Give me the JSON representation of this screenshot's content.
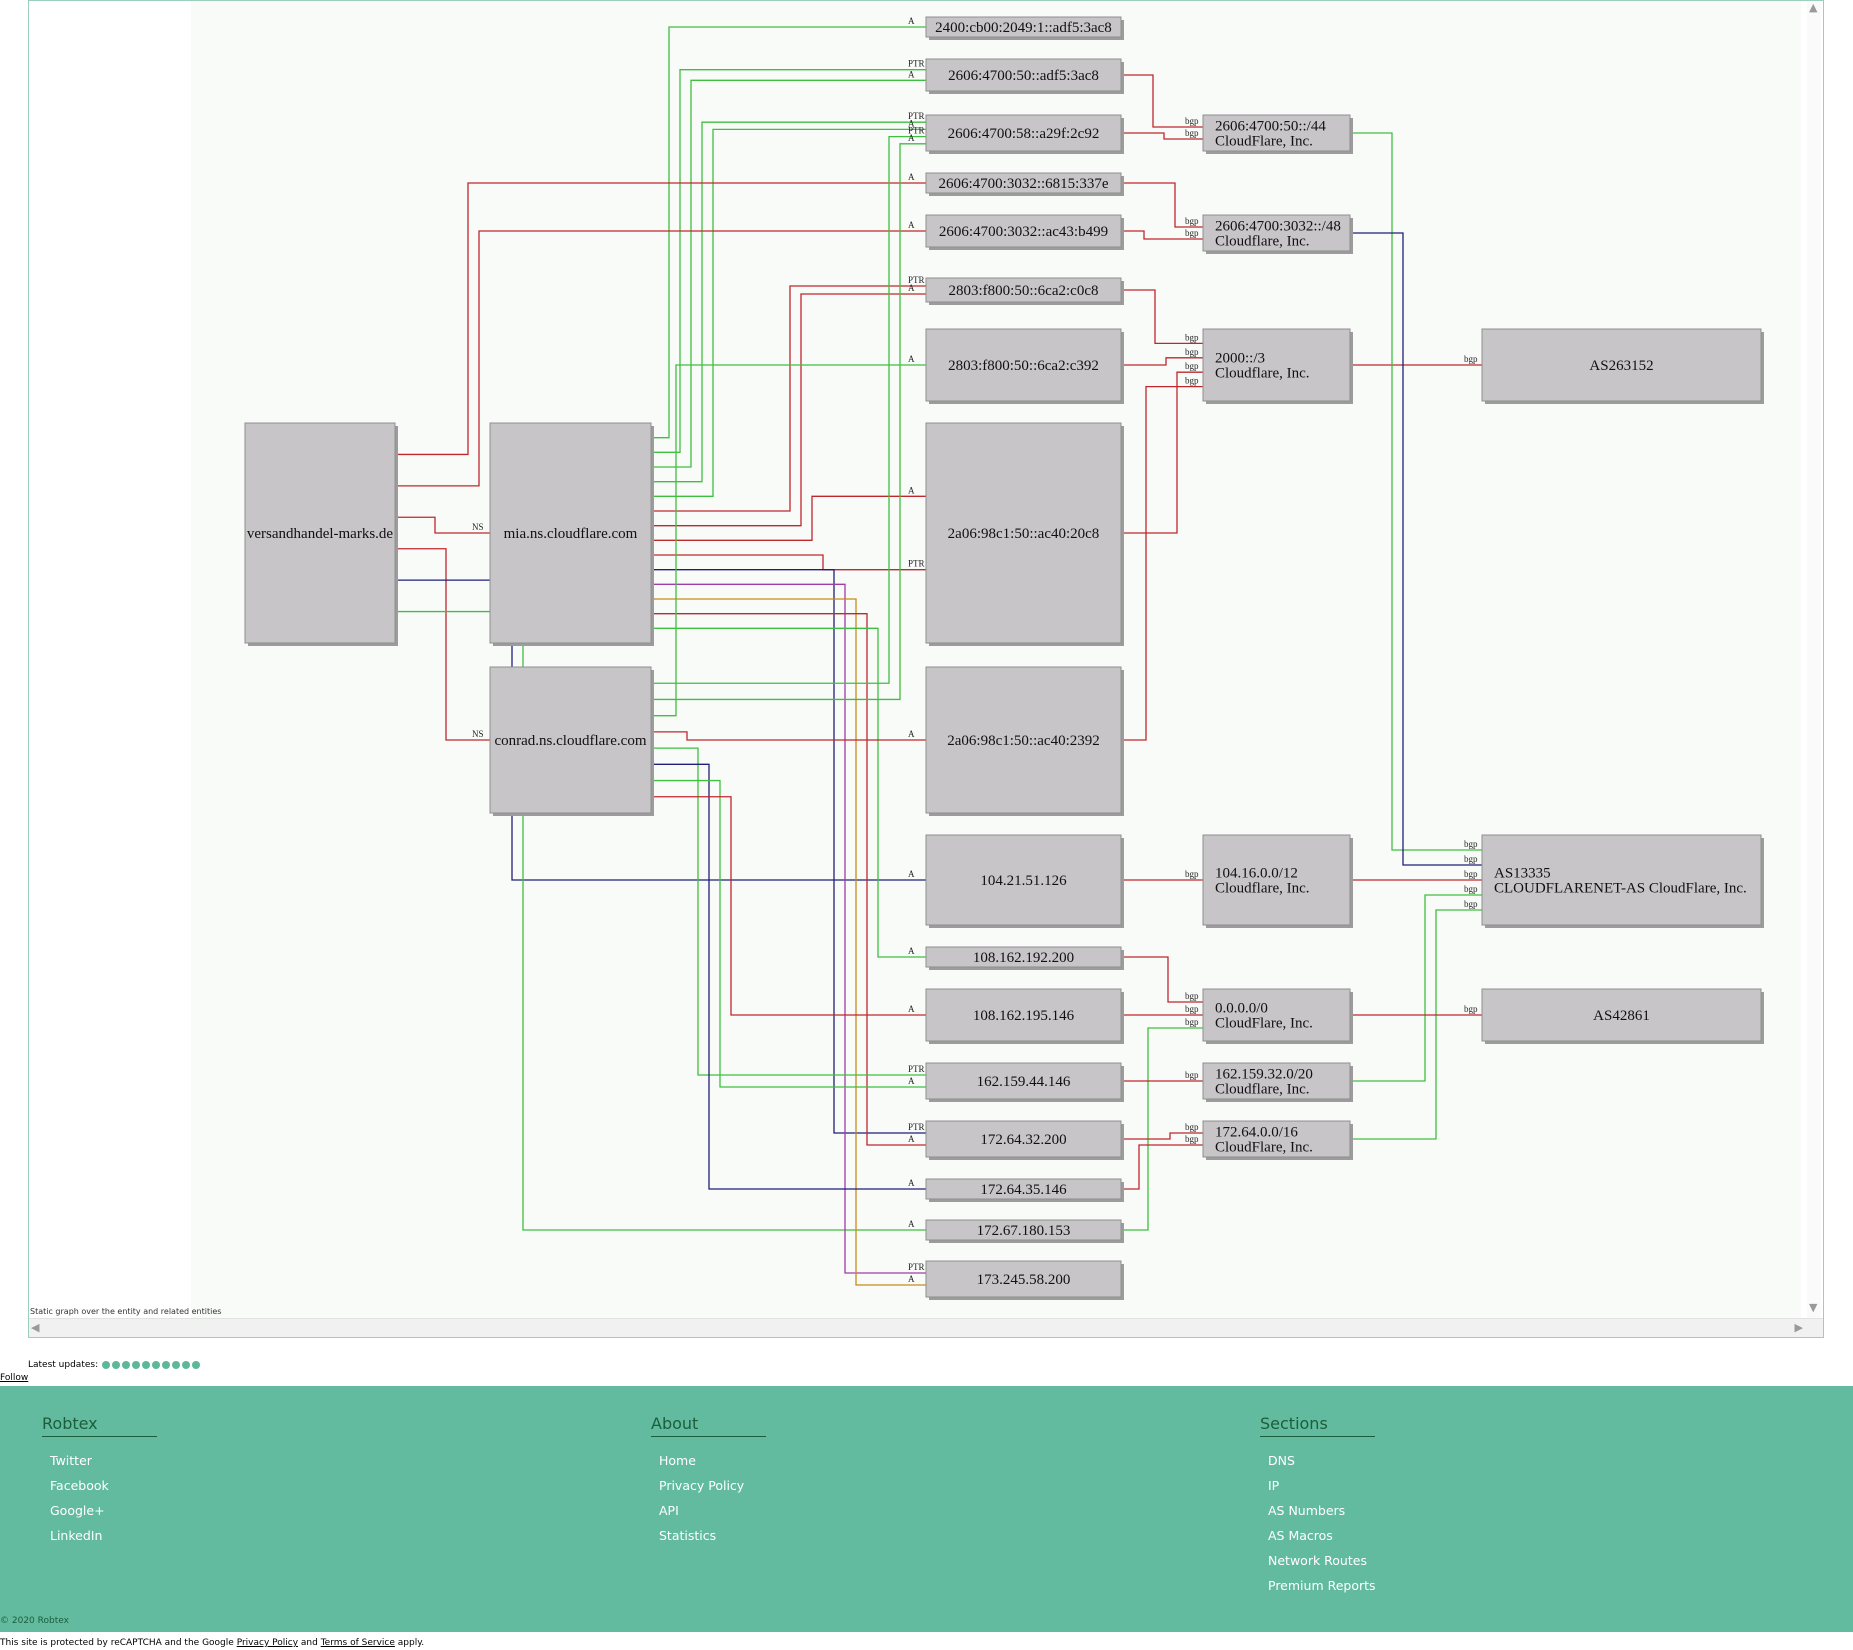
{
  "graph": {
    "caption": "Static graph over the entity and related entities",
    "colors": {
      "red": "#c0272d",
      "green": "#3fbf3f",
      "navy": "#1f1f7a",
      "purple": "#a03ca8",
      "orange": "#c98a1a"
    },
    "nodes": [
      {
        "id": "n_versand",
        "lines": [
          "versandhandel-marks.de"
        ]
      },
      {
        "id": "n_mia",
        "lines": [
          "mia.ns.cloudflare.com"
        ]
      },
      {
        "id": "n_conrad",
        "lines": [
          "conrad.ns.cloudflare.com"
        ]
      },
      {
        "id": "n_ip1",
        "lines": [
          "2400:cb00:2049:1::adf5:3ac8"
        ]
      },
      {
        "id": "n_ip2",
        "lines": [
          "2606:4700:50::adf5:3ac8"
        ]
      },
      {
        "id": "n_ip3",
        "lines": [
          "2606:4700:58::a29f:2c92"
        ]
      },
      {
        "id": "n_ip4",
        "lines": [
          "2606:4700:3032::6815:337e"
        ]
      },
      {
        "id": "n_ip5",
        "lines": [
          "2606:4700:3032::ac43:b499"
        ]
      },
      {
        "id": "n_ip6",
        "lines": [
          "2803:f800:50::6ca2:c0c8"
        ]
      },
      {
        "id": "n_ip7",
        "lines": [
          "2803:f800:50::6ca2:c392"
        ]
      },
      {
        "id": "n_ip8",
        "lines": [
          "2a06:98c1:50::ac40:20c8"
        ]
      },
      {
        "id": "n_ip9",
        "lines": [
          "2a06:98c1:50::ac40:2392"
        ]
      },
      {
        "id": "n_ip10",
        "lines": [
          "104.21.51.126"
        ]
      },
      {
        "id": "n_ip11",
        "lines": [
          "108.162.192.200"
        ]
      },
      {
        "id": "n_ip12",
        "lines": [
          "108.162.195.146"
        ]
      },
      {
        "id": "n_ip13",
        "lines": [
          "162.159.44.146"
        ]
      },
      {
        "id": "n_ip14",
        "lines": [
          "172.64.32.200"
        ]
      },
      {
        "id": "n_ip15",
        "lines": [
          "172.64.35.146"
        ]
      },
      {
        "id": "n_ip16",
        "lines": [
          "172.67.180.153"
        ]
      },
      {
        "id": "n_ip17",
        "lines": [
          "173.245.58.200"
        ]
      },
      {
        "id": "n_net1",
        "lines": [
          "2606:4700:50::/44",
          "CloudFlare, Inc."
        ]
      },
      {
        "id": "n_net2",
        "lines": [
          "2606:4700:3032::/48",
          "Cloudflare, Inc."
        ]
      },
      {
        "id": "n_net3",
        "lines": [
          "2000::/3",
          "Cloudflare, Inc."
        ]
      },
      {
        "id": "n_net4",
        "lines": [
          "104.16.0.0/12",
          "Cloudflare, Inc."
        ]
      },
      {
        "id": "n_net5",
        "lines": [
          "0.0.0.0/0",
          "CloudFlare, Inc."
        ]
      },
      {
        "id": "n_net6",
        "lines": [
          "162.159.32.0/20",
          "Cloudflare, Inc."
        ]
      },
      {
        "id": "n_net7",
        "lines": [
          "172.64.0.0/16",
          "CloudFlare, Inc."
        ]
      },
      {
        "id": "n_as1",
        "lines": [
          "AS263152"
        ]
      },
      {
        "id": "n_as2",
        "lines": [
          "AS13335",
          "CLOUDFLARENET-AS CloudFlare, Inc."
        ]
      },
      {
        "id": "n_as3",
        "lines": [
          "AS42861"
        ]
      }
    ],
    "edges": [
      {
        "from": "n_mia",
        "to": "n_ip1",
        "label": "A",
        "color": "green"
      },
      {
        "from": "n_mia",
        "to": "n_ip2",
        "label": "PTR",
        "color": "green"
      },
      {
        "from": "n_mia",
        "to": "n_ip2",
        "label": "A",
        "color": "green"
      },
      {
        "from": "n_mia",
        "to": "n_ip3",
        "label": "PTR",
        "color": "green"
      },
      {
        "from": "n_mia",
        "to": "n_ip3",
        "label": "A",
        "color": "green"
      },
      {
        "from": "n_versand",
        "to": "n_ip4",
        "label": "A",
        "color": "red"
      },
      {
        "from": "n_versand",
        "to": "n_ip5",
        "label": "A",
        "color": "red"
      },
      {
        "from": "n_versand",
        "to": "n_mia",
        "label": "NS",
        "color": "red"
      },
      {
        "from": "n_versand",
        "to": "n_conrad",
        "label": "NS",
        "color": "red"
      },
      {
        "from": "n_versand",
        "to": "n_ip10",
        "label": "A",
        "color": "navy"
      },
      {
        "from": "n_versand",
        "to": "n_ip16",
        "label": "A",
        "color": "green"
      },
      {
        "from": "n_mia",
        "to": "n_ip6",
        "label": "PTR",
        "color": "red"
      },
      {
        "from": "n_mia",
        "to": "n_ip6",
        "label": "A",
        "color": "red"
      },
      {
        "from": "n_mia",
        "to": "n_ip8",
        "label": "A",
        "color": "red"
      },
      {
        "from": "n_mia",
        "to": "n_ip8",
        "label": "PTR",
        "color": "red"
      },
      {
        "from": "n_mia",
        "to": "n_ip14",
        "label": "PTR",
        "color": "navy"
      },
      {
        "from": "n_mia",
        "to": "n_ip17",
        "label": "PTR",
        "color": "purple"
      },
      {
        "from": "n_mia",
        "to": "n_ip17",
        "label": "A",
        "color": "orange"
      },
      {
        "from": "n_mia",
        "to": "n_ip14",
        "label": "A",
        "color": "red"
      },
      {
        "from": "n_mia",
        "to": "n_ip11",
        "label": "A",
        "color": "green"
      },
      {
        "from": "n_conrad",
        "to": "n_ip3",
        "label": "PTR",
        "color": "green"
      },
      {
        "from": "n_conrad",
        "to": "n_ip3",
        "label": "A",
        "color": "green"
      },
      {
        "from": "n_conrad",
        "to": "n_ip7",
        "label": "A",
        "color": "green"
      },
      {
        "from": "n_conrad",
        "to": "n_ip9",
        "label": "A",
        "color": "red"
      },
      {
        "from": "n_conrad",
        "to": "n_ip13",
        "label": "PTR",
        "color": "green"
      },
      {
        "from": "n_conrad",
        "to": "n_ip15",
        "label": "A",
        "color": "navy"
      },
      {
        "from": "n_conrad",
        "to": "n_ip13",
        "label": "A",
        "color": "green"
      },
      {
        "from": "n_conrad",
        "to": "n_ip12",
        "label": "A",
        "color": "red"
      },
      {
        "from": "n_ip2",
        "to": "n_net1",
        "label": "bgp",
        "color": "red"
      },
      {
        "from": "n_ip3",
        "to": "n_net1",
        "label": "bgp",
        "color": "red"
      },
      {
        "from": "n_ip4",
        "to": "n_net2",
        "label": "bgp",
        "color": "red"
      },
      {
        "from": "n_ip5",
        "to": "n_net2",
        "label": "bgp",
        "color": "red"
      },
      {
        "from": "n_ip6",
        "to": "n_net3",
        "label": "bgp",
        "color": "red"
      },
      {
        "from": "n_ip7",
        "to": "n_net3",
        "label": "bgp",
        "color": "red"
      },
      {
        "from": "n_ip8",
        "to": "n_net3",
        "label": "bgp",
        "color": "red"
      },
      {
        "from": "n_ip9",
        "to": "n_net3",
        "label": "bgp",
        "color": "red"
      },
      {
        "from": "n_ip10",
        "to": "n_net4",
        "label": "bgp",
        "color": "red"
      },
      {
        "from": "n_ip11",
        "to": "n_net5",
        "label": "bgp",
        "color": "red"
      },
      {
        "from": "n_ip12",
        "to": "n_net5",
        "label": "bgp",
        "color": "red"
      },
      {
        "from": "n_ip16",
        "to": "n_net5",
        "label": "bgp",
        "color": "green"
      },
      {
        "from": "n_ip13",
        "to": "n_net6",
        "label": "bgp",
        "color": "red"
      },
      {
        "from": "n_ip14",
        "to": "n_net7",
        "label": "bgp",
        "color": "red"
      },
      {
        "from": "n_ip15",
        "to": "n_net7",
        "label": "bgp",
        "color": "red"
      },
      {
        "from": "n_net3",
        "to": "n_as1",
        "label": "bgp",
        "color": "red"
      },
      {
        "from": "n_net1",
        "to": "n_as2",
        "label": "bgp",
        "color": "green"
      },
      {
        "from": "n_net2",
        "to": "n_as2",
        "label": "bgp",
        "color": "navy"
      },
      {
        "from": "n_net4",
        "to": "n_as2",
        "label": "bgp",
        "color": "red"
      },
      {
        "from": "n_net6",
        "to": "n_as2",
        "label": "bgp",
        "color": "green"
      },
      {
        "from": "n_net7",
        "to": "n_as2",
        "label": "bgp",
        "color": "green"
      },
      {
        "from": "n_net5",
        "to": "n_as3",
        "label": "bgp",
        "color": "red"
      }
    ]
  },
  "latest_updates": {
    "label": "Latest updates:",
    "count": 10
  },
  "follow_label": "Follow",
  "footer": {
    "columns": [
      {
        "title": "Robtex",
        "items": [
          "Twitter",
          "Facebook",
          "Google+",
          "LinkedIn"
        ]
      },
      {
        "title": "About",
        "items": [
          "Home",
          "Privacy Policy",
          "API",
          "Statistics"
        ]
      },
      {
        "title": "Sections",
        "items": [
          "DNS",
          "IP",
          "AS Numbers",
          "AS Macros",
          "Network Routes",
          "Premium Reports"
        ]
      }
    ],
    "copyright": "© 2020 Robtex",
    "recaptcha": {
      "prefix": "This site is protected by reCAPTCHA and the Google",
      "privacy": "Privacy Policy",
      "and": "and",
      "terms": "Terms of Service",
      "suffix": "apply."
    }
  },
  "ui": {
    "scroll_up": "▲",
    "scroll_down": "▼",
    "scroll_left": "◀",
    "scroll_right": "▶"
  }
}
